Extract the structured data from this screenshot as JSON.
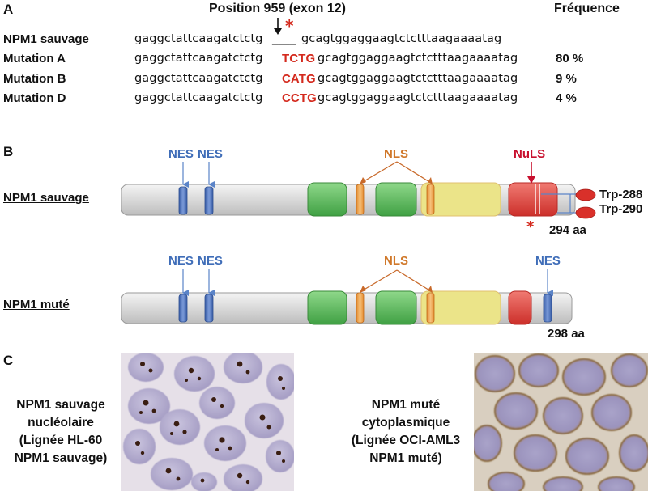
{
  "panel_a": {
    "letter": "A",
    "position_header": "Position 959 (exon 12)",
    "frequency_header": "Fréquence",
    "star": "*",
    "rows": [
      {
        "label": "NPM1 sauvage",
        "seq_left": "gaggctattcaagatctctg",
        "insert": "____",
        "seq_right": "gcagtggaggaagtctctttaagaaaatag",
        "freq": ""
      },
      {
        "label": "Mutation A",
        "seq_left": "gaggctattcaagatctctg",
        "insert": "TCTG",
        "seq_right": "gcagtggaggaagtctctttaagaaaatag",
        "freq": "80 %"
      },
      {
        "label": "Mutation B",
        "seq_left": "gaggctattcaagatctctg",
        "insert": "CATG",
        "seq_right": "gcagtggaggaagtctctttaagaaaatag",
        "freq": "9 %"
      },
      {
        "label": "Mutation D",
        "seq_left": "gaggctattcaagatctctg",
        "insert": "CCTG",
        "seq_right": "gcagtggaggaagtctctttaagaaaatag",
        "freq": "4 %"
      }
    ]
  },
  "panel_b": {
    "letter": "B",
    "wild": {
      "label": "NPM1 sauvage",
      "nes1": "NES",
      "nes2": "NES",
      "nls": "NLS",
      "nuls": "NuLS",
      "trp1": "Trp-288",
      "trp2": "Trp-290",
      "star": "*",
      "length": "294 aa"
    },
    "mutant": {
      "label": "NPM1 muté",
      "nes1": "NES",
      "nes2": "NES",
      "nls": "NLS",
      "nes3": "NES",
      "length": "298 aa"
    }
  },
  "panel_c": {
    "letter": "C",
    "left_caption": [
      "NPM1 sauvage",
      "nucléolaire",
      "(Lignée HL-60",
      "NPM1 sauvage)"
    ],
    "right_caption": [
      "NPM1 muté",
      "cytoplasmique",
      "(Lignée OCI-AML3",
      "NPM1 muté)"
    ]
  },
  "colors": {
    "nes": "#4a6fb5",
    "nls": "#e08a2c",
    "nuls": "#c8102e",
    "red_text": "#d42a1e",
    "green_domain": "#5cb85c",
    "yellow_domain": "#ebe489",
    "red_domain": "#e0453f"
  }
}
